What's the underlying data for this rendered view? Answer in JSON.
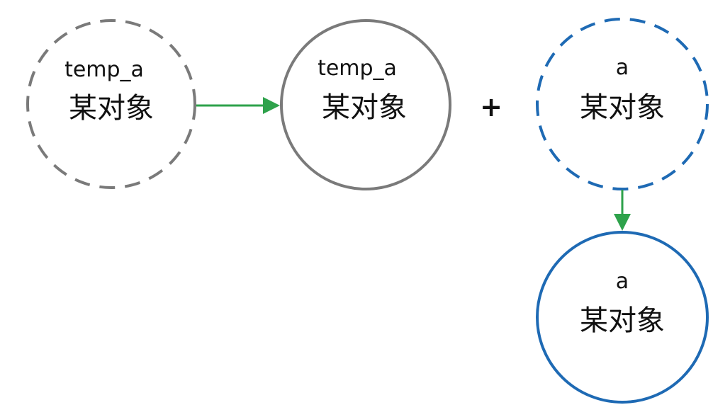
{
  "colors": {
    "gray": "#7a7a7a",
    "blue": "#1e6ab4",
    "arrow_green": "#2ea24b",
    "text": "#111111"
  },
  "nodes": {
    "temp_old": {
      "name": "temp_a",
      "label": "某对象",
      "style": "dashed",
      "color": "gray"
    },
    "temp_new": {
      "name": "temp_a",
      "label": "某对象",
      "style": "solid",
      "color": "gray"
    },
    "a_old": {
      "name": "a",
      "label": "某对象",
      "style": "dashed",
      "color": "blue"
    },
    "a_new": {
      "name": "a",
      "label": "某对象",
      "style": "solid",
      "color": "blue"
    }
  },
  "operator": "+",
  "edges": [
    {
      "from": "temp_old",
      "to": "temp_new"
    },
    {
      "from": "a_old",
      "to": "a_new"
    }
  ]
}
